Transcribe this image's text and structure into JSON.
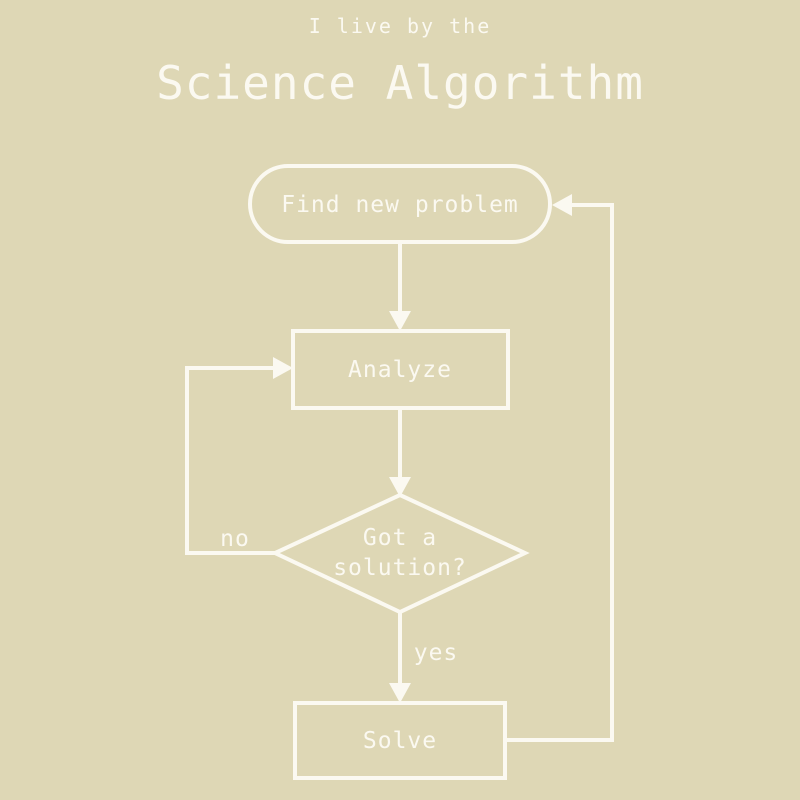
{
  "title": {
    "kicker": "I live by the",
    "main": "Science Algorithm"
  },
  "colors": {
    "bg": "#ded7b5",
    "line": "#fbf9f1"
  },
  "flowchart": {
    "nodes": {
      "start": {
        "label": "Find new problem",
        "shape": "stadium"
      },
      "analyze": {
        "label": "Analyze",
        "shape": "rect"
      },
      "decision": {
        "label_line1": "Got a",
        "label_line2": "solution?",
        "shape": "diamond"
      },
      "solve": {
        "label": "Solve",
        "shape": "rect"
      }
    },
    "edge_labels": {
      "no": "no",
      "yes": "yes"
    }
  }
}
